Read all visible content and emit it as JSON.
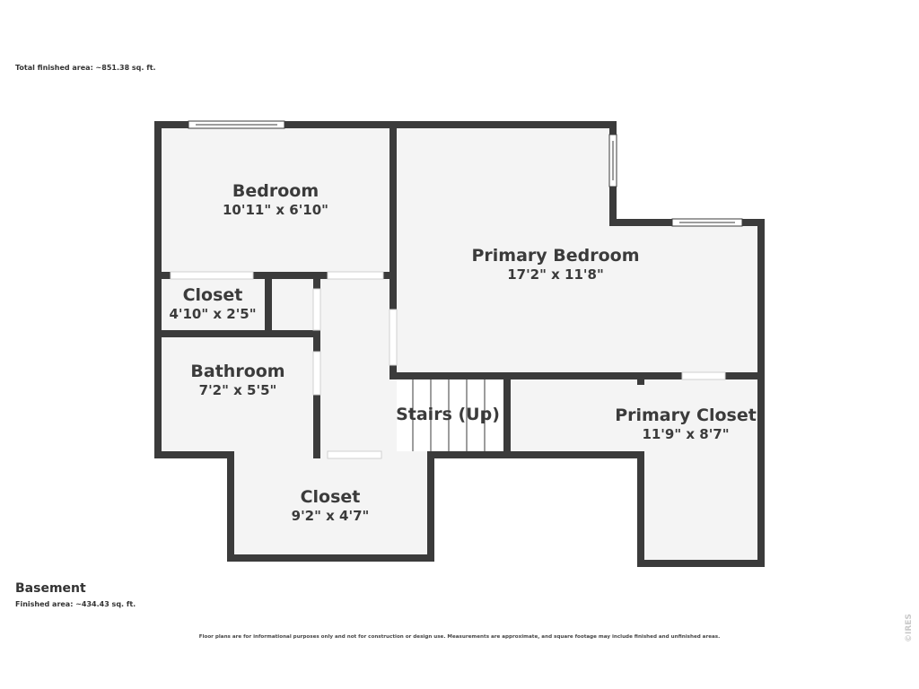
{
  "header": {
    "total_area": "Total finished area: ~851.38 sq. ft."
  },
  "level": {
    "name": "Basement",
    "finished_area": "Finished area: ~434.43 sq. ft."
  },
  "rooms": [
    {
      "name": "Bedroom",
      "dimensions": "10'11\" x 6'10\""
    },
    {
      "name": "Primary Bedroom",
      "dimensions": "17'2\" x 11'8\""
    },
    {
      "name": "Closet",
      "dimensions": "4'10\" x 2'5\""
    },
    {
      "name": "Bathroom",
      "dimensions": "7'2\" x 5'5\""
    },
    {
      "name": "Stairs (Up)",
      "dimensions": ""
    },
    {
      "name": "Primary Closet",
      "dimensions": "11'9\" x 8'7\""
    },
    {
      "name": "Closet",
      "dimensions": "9'2\" x 4'7\""
    }
  ],
  "footer": {
    "disclaimer": "Floor plans are for informational purposes only and not for construction or design use. Measurements are approximate, and square footage may include finished and unfinished areas.",
    "watermark": "©IRES"
  },
  "colors": {
    "wall": "#3b3b3b",
    "floor": "#f4f4f4",
    "opening": "#ffffff",
    "window": "#ffffff",
    "background": "#ffffff"
  }
}
